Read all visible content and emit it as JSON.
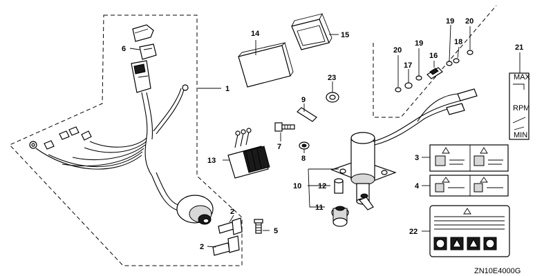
{
  "diagram": {
    "code": "ZN10E4000G",
    "callouts": [
      "1",
      "2",
      "2",
      "3",
      "4",
      "5",
      "6",
      "7",
      "8",
      "9",
      "10",
      "11",
      "12",
      "13",
      "14",
      "15",
      "16",
      "17",
      "18",
      "19",
      "19",
      "20",
      "20",
      "21",
      "22",
      "23"
    ],
    "decal_21": {
      "top_text": "MAX",
      "mid_text": "RPM",
      "bottom_text": "MIN"
    }
  }
}
